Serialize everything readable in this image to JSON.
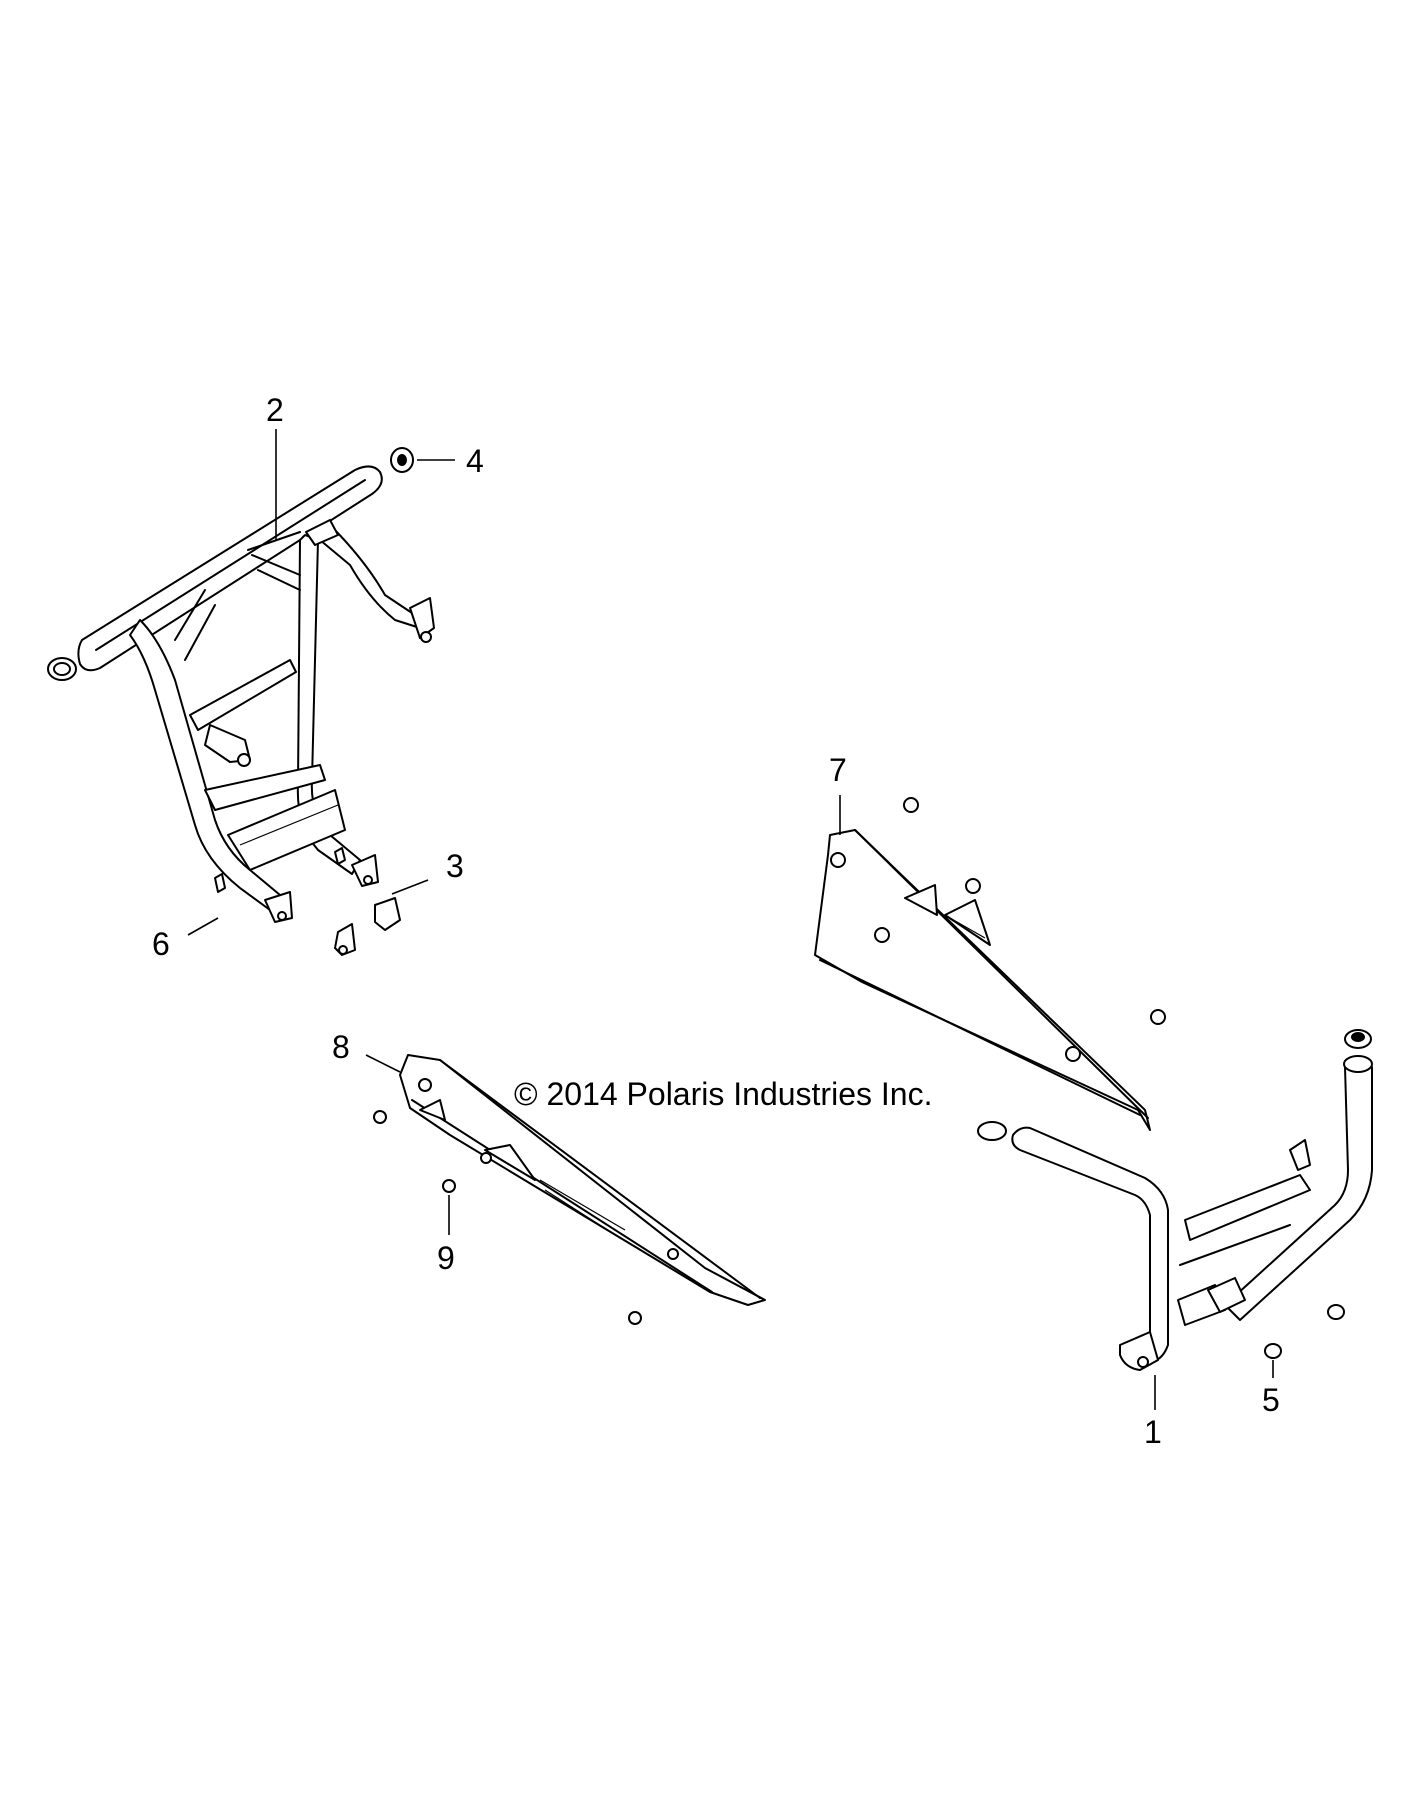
{
  "copyright": "© 2014 Polaris Industries Inc.",
  "callouts": {
    "c1": "1",
    "c2": "2",
    "c3": "3",
    "c4": "4",
    "c5": "5",
    "c6": "6",
    "c7": "7",
    "c8": "8",
    "c9": "9"
  }
}
